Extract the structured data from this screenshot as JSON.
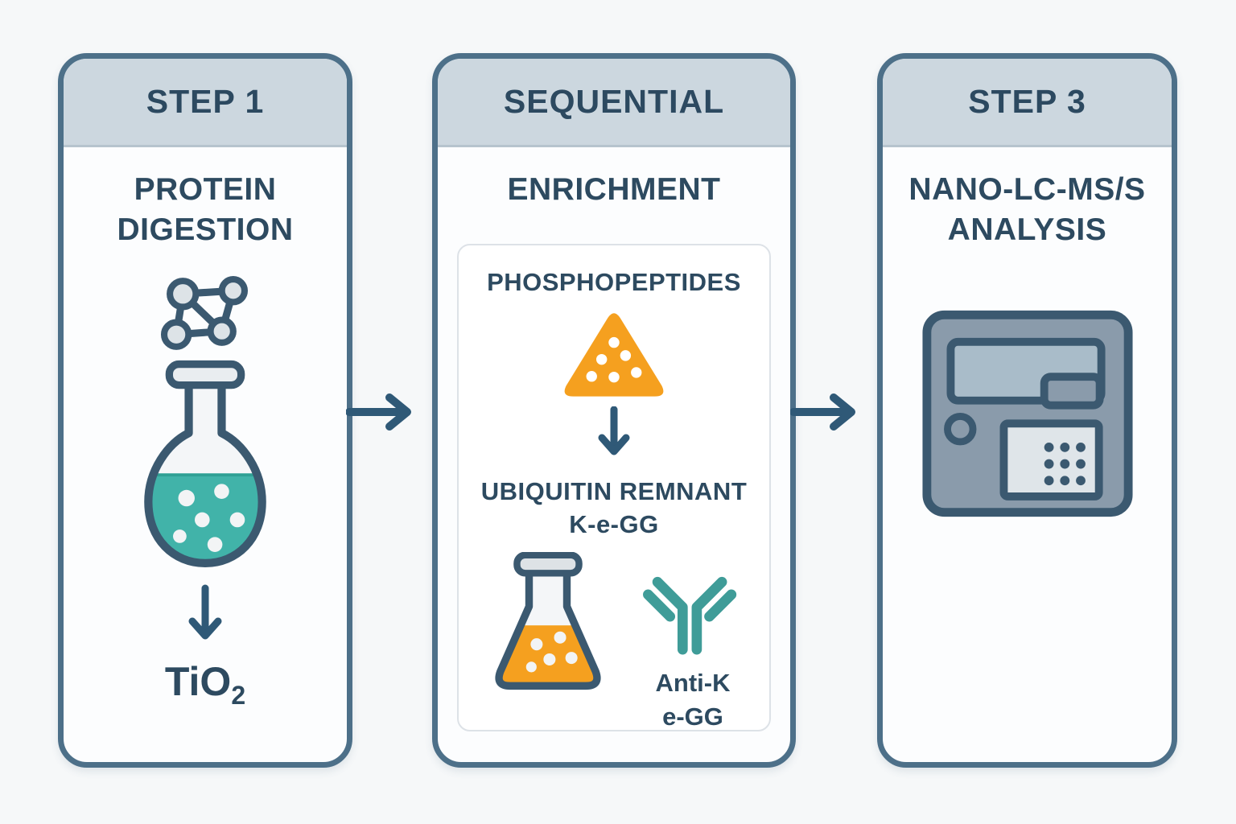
{
  "colors": {
    "page_bg": "#f6f8f9",
    "panel_bg": "#fcfdfe",
    "panel_border": "#4d7089",
    "header_bg": "#ccd7df",
    "text_dark": "#2d4a60",
    "arrow": "#2f5977",
    "icon_stroke": "#3b5970",
    "molecule_node_fill": "#dde3e7",
    "teal_liquid": "#41b3a9",
    "orange": "#f5a01f",
    "antibody_teal": "#3f9c98",
    "instrument_body": "#8a9bab",
    "instrument_screen": "#a9bcc9",
    "instrument_keypad": "#dfe5e9",
    "dot_white": "#f2f4f5"
  },
  "step1": {
    "header": "STEP 1",
    "title_line1": "PROTEIN",
    "title_line2": "DIGESTION",
    "tio2_base": "TiO",
    "tio2_sub": "2"
  },
  "step2": {
    "header": "SEQUENTIAL",
    "title": "ENRICHMENT",
    "card": {
      "phospho_label": "PHOSPHOPEPTIDES",
      "ubiquitin_line1": "UBIQUITIN REMNANT",
      "ubiquitin_line2": "K-e-GG",
      "antibody_line1": "Anti-K",
      "antibody_line2": "e-GG"
    }
  },
  "step3": {
    "header": "STEP 3",
    "title_line1": "NANO-LC-MS/S",
    "title_line2": "ANALYSIS"
  },
  "icons": {
    "molecule": "peptide-molecule-icon",
    "round_flask": "round-bottom-flask-icon",
    "triangle": "phosphopeptide-triangle-icon",
    "erlenmeyer": "erlenmeyer-flask-icon",
    "antibody": "antibody-icon",
    "instrument": "mass-spectrometer-icon",
    "down_arrow": "down-arrow-icon",
    "right_arrow": "right-arrow-icon"
  }
}
